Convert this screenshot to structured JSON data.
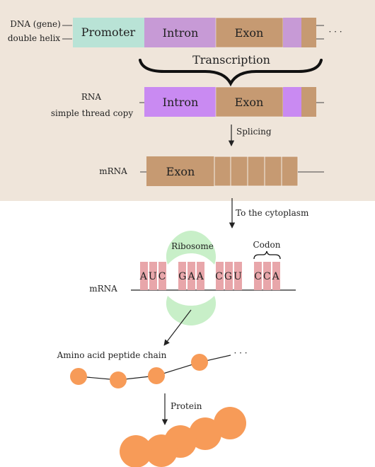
{
  "colors": {
    "top_panel": "#efe5da",
    "promoter": "#b9e3d6",
    "intron_dna": "#c79ad6",
    "exon": "#c69a72",
    "intron_rna": "#c98af2",
    "ribosome": "#c8efc8",
    "codon_box": "#e8a6aa",
    "amino_acid": "#f79b58"
  },
  "dna": {
    "label_line1": "DNA (gene)",
    "label_line2": "double helix",
    "promoter": "Promoter",
    "intron": "Intron",
    "exon": "Exon",
    "ellipsis": "· · ·"
  },
  "transcription": {
    "label": "Transcription"
  },
  "rna": {
    "label_line1": "RNA",
    "label_line2": "simple thread copy",
    "intron": "Intron",
    "exon": "Exon"
  },
  "splicing": {
    "label": "Splicing"
  },
  "mrna_top": {
    "label": "mRNA",
    "exon": "Exon"
  },
  "cytoplasm": {
    "label": "To the cytoplasm"
  },
  "ribosome": {
    "label": "Ribosome",
    "codon_label": "Codon",
    "mrna_label": "mRNA",
    "codons": [
      "AUC",
      "GAA",
      "CGU",
      "CCA"
    ]
  },
  "peptide": {
    "label": "Amino acid peptide chain",
    "ellipsis": "· · ·"
  },
  "protein": {
    "label": "Protein"
  }
}
